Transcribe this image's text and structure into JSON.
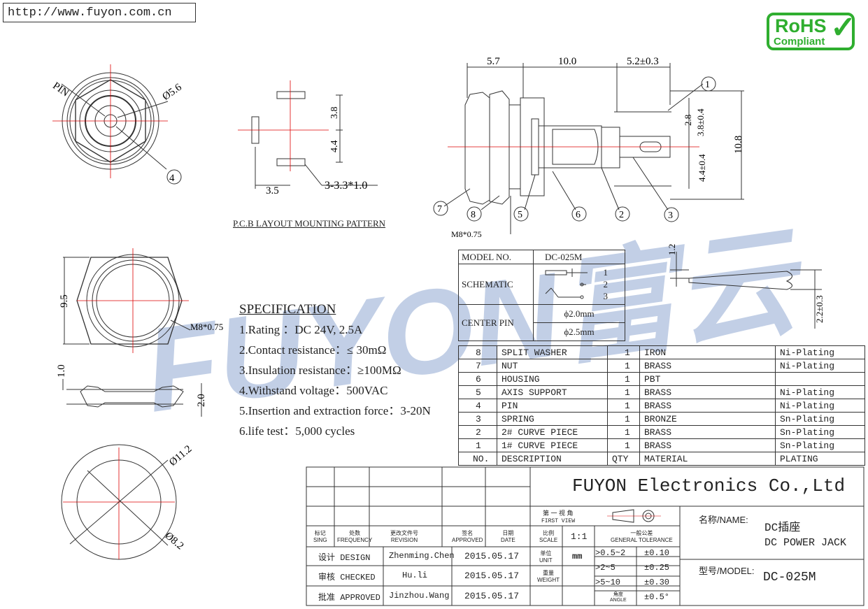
{
  "header": {
    "url": "http://www.fuyon.com.cn"
  },
  "rohs": {
    "line1": "RoHS",
    "line2": "Compliant",
    "accent": "#2fae2f"
  },
  "watermark": {
    "text": "FUYON富云",
    "color": "#a9bcdc"
  },
  "dims": {
    "pin_label": "PIN",
    "d56": "Ø5.6",
    "d38": "3.8",
    "d44": "4.4",
    "d35": "3.5",
    "holes": "3-3.3*1.0",
    "pcb_title": "P.C.B LAYOUT MOUNTING PATTERN",
    "d95": "9.5",
    "m8a": "M8*0.75",
    "d10": "1.0",
    "d20": "2.0",
    "d112": "Ø11.2",
    "d82": "Ø8.2",
    "top57": "5.7",
    "top100": "10.0",
    "top52": "5.2±0.3",
    "d28": "2.8",
    "d38b": "3.8±0.4",
    "d44b": "4.4±0.4",
    "d108": "10.8",
    "m8b": "M8*0.75",
    "d12": "1.2",
    "d22": "2.2±0.3",
    "balloons": [
      "①",
      "②",
      "③",
      "④",
      "⑤",
      "⑥",
      "⑦",
      "⑧"
    ]
  },
  "spec": {
    "title": "SPECIFICATION",
    "items": [
      "1.Rating ：DC 24V, 2.5A",
      "2.Contact resistance：≤ 30mΩ",
      "3.Insulation resistance：≥100MΩ",
      "4.Withstand voltage：500VAC",
      "5.Insertion and extraction force：3-20N",
      "6.life test：5,000 cycles"
    ]
  },
  "model_table": {
    "model_label": "MODEL NO.",
    "model_value": "DC-025M",
    "schematic_label": "SCHEMATIC",
    "schem_pins": [
      "1",
      "2",
      "3"
    ],
    "center_pin_label": "CENTER PIN",
    "center_pin_values": [
      "ϕ2.0mm",
      "ϕ2.5mm"
    ]
  },
  "bom": {
    "header": [
      "NO.",
      "DESCRIPTION",
      "QTY",
      "MATERIAL",
      "PLATING"
    ],
    "rows": [
      [
        "8",
        "SPLIT WASHER",
        "1",
        "IRON",
        "Ni-Plating"
      ],
      [
        "7",
        "NUT",
        "1",
        "BRASS",
        "Ni-Plating"
      ],
      [
        "6",
        "HOUSING",
        "1",
        "PBT",
        ""
      ],
      [
        "5",
        "AXIS SUPPORT",
        "1",
        "BRASS",
        "Ni-Plating"
      ],
      [
        "4",
        "PIN",
        "1",
        "BRASS",
        "Ni-Plating"
      ],
      [
        "3",
        "SPRING",
        "1",
        "BRONZE",
        "Sn-Plating"
      ],
      [
        "2",
        "2# CURVE PIECE",
        "1",
        "BRASS",
        "Sn-Plating"
      ],
      [
        "1",
        "1# CURVE PIECE",
        "1",
        "BRASS",
        "Sn-Plating"
      ]
    ]
  },
  "title_block": {
    "company": "FUYON Electronics Co.,Ltd",
    "first_view_cn": "第 一 视 角",
    "first_view_en": "FIRST VIEW",
    "name_label": "名称/NAME:",
    "name_cn": "DC插座",
    "name_en": "DC POWER JACK",
    "model_label": "型号/MODEL:",
    "model_value": "DC-025M",
    "rev_headers": [
      {
        "cn": "标记",
        "en": "SING"
      },
      {
        "cn": "处数",
        "en": "FREQUENCY"
      },
      {
        "cn": "更改文件号",
        "en": "REVISION"
      },
      {
        "cn": "签名",
        "en": "APPROVED"
      },
      {
        "cn": "日期",
        "en": "DATE"
      }
    ],
    "scale_cn": "比例",
    "scale_en": "SCALE",
    "scale_value": "1:1",
    "unit_cn": "单位",
    "unit_en": "UNIT",
    "unit_value": "mm",
    "weight_cn": "重量",
    "weight_en": "WEIGHT",
    "tol_cn": "一般公差",
    "tol_en": "GENERAL TOLERANCE",
    "tolerances": [
      {
        "range": ">0.5~2",
        "value": "±0.10"
      },
      {
        "range": ">2~5",
        "value": "±0.25"
      },
      {
        "range": ">5~10",
        "value": "±0.30"
      },
      {
        "range_cn": "角度",
        "range_en": "ANGLE",
        "value": "±0.5°"
      }
    ],
    "signoffs": [
      {
        "role": "设计 DESIGN",
        "name": "Zhenming.Chen",
        "date": "2015.05.17"
      },
      {
        "role": "审核 CHECKED",
        "name": "Hu.li",
        "date": "2015.05.17"
      },
      {
        "role": "批准 APPROVED",
        "name": "Jinzhou.Wang",
        "date": "2015.05.17"
      }
    ]
  }
}
